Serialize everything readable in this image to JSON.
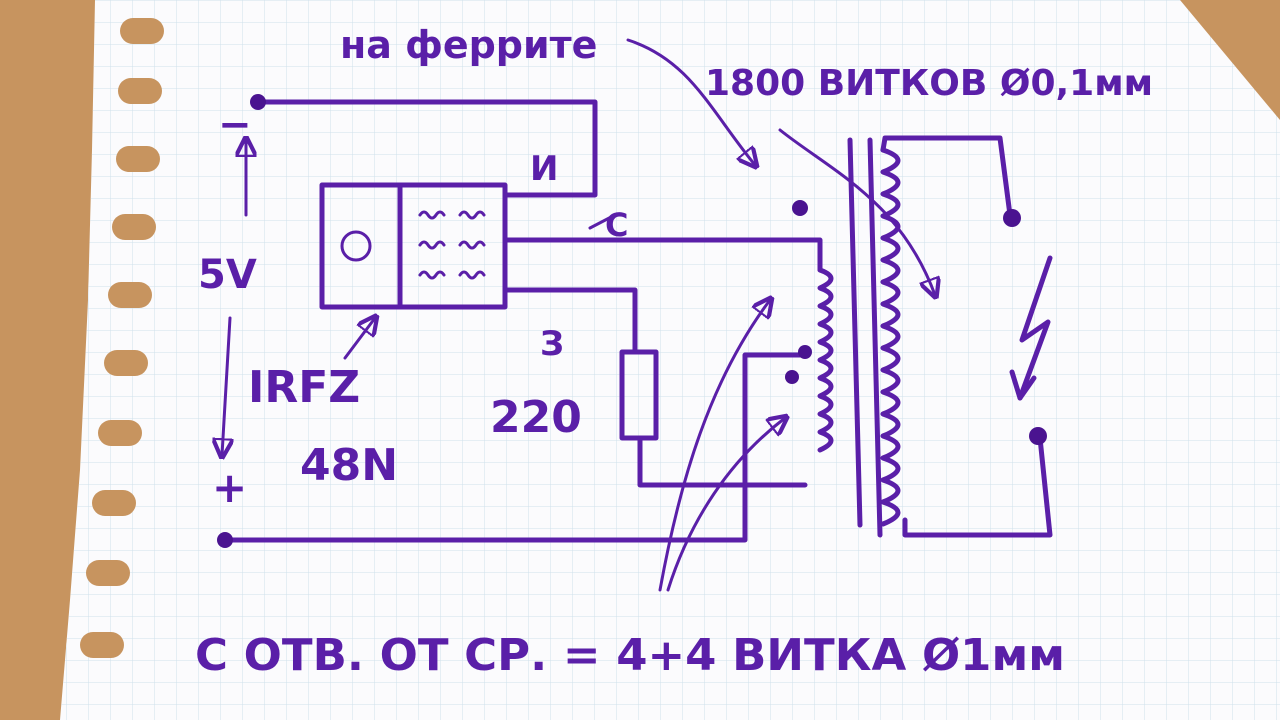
{
  "labels": {
    "core_note": "на феррите",
    "secondary_spec": "1800 ВИТКОВ Ø0,1мм",
    "gate_pin": "И",
    "drain_pin": "С",
    "source_pin": "З",
    "voltage": "5V",
    "minus_sign": "−",
    "plus_sign": "+",
    "transistor_line1": "IRFZ",
    "transistor_line2": "48N",
    "resistor_value": "220",
    "primary_spec": "С ОТВ. ОТ СР. = 4+4 ВИТКА Ø1мм"
  },
  "colors": {
    "ink": "#5a1fa8",
    "paper": "#fbfbfd",
    "grid": "#cfe0ec",
    "table": "#c7945f"
  }
}
